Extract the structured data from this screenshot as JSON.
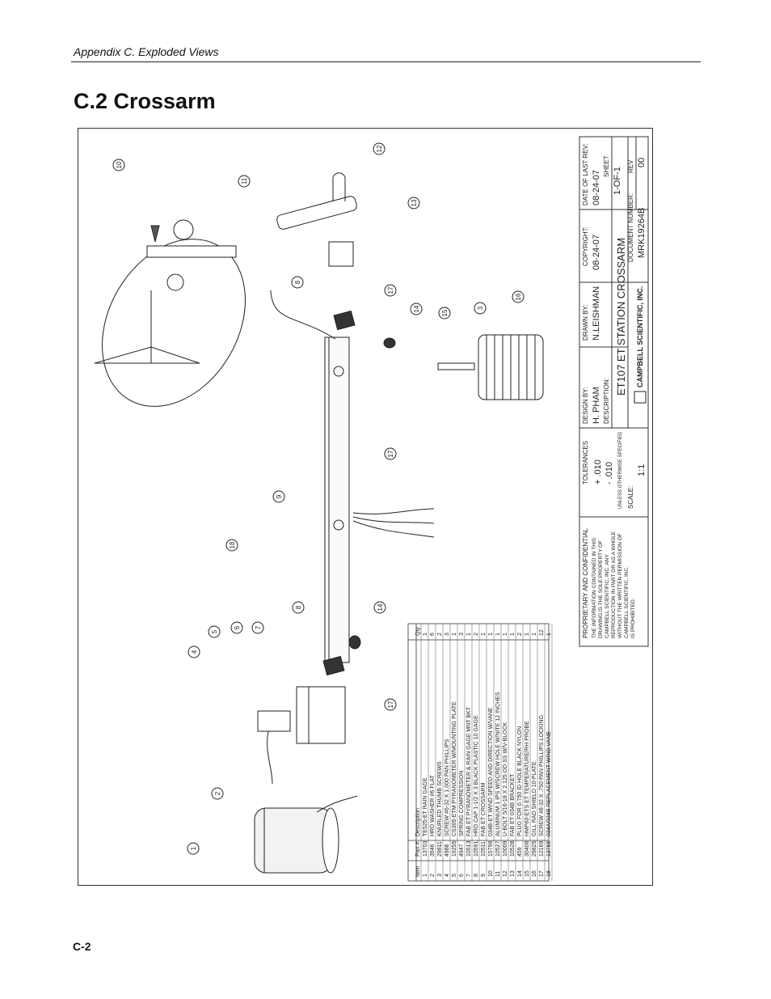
{
  "header": {
    "running_head": "Appendix C.  Exploded Views"
  },
  "section": {
    "title": "C.2  Crossarm"
  },
  "footer": {
    "page_number": "C-2"
  },
  "drawing": {
    "parts_table": {
      "headers": [
        "Item",
        "Part #",
        "Description",
        "Qty"
      ],
      "rows": [
        [
          "1",
          "13703",
          "TE525-ET RAIN GAGE",
          "1"
        ],
        [
          "2",
          "3946",
          "HRD WASHER #6 FLAT",
          "6"
        ],
        [
          "3",
          "29811",
          "KNURLED THUMB SCREWS",
          "2"
        ],
        [
          "4",
          "4988",
          "SCREW #6-32 X 1.000 PAN PHILLIPS",
          "3"
        ],
        [
          "5",
          "19255",
          "CS305-ETM PYRANOMETER W/MOUNTING PLATE",
          "1"
        ],
        [
          "6",
          "4947",
          "SPRING COMPRESSION",
          "3"
        ],
        [
          "7",
          "10513",
          "FAB ET PYRANOMETER & RAIN GAGE MNT BKT",
          "1"
        ],
        [
          "8",
          "10591",
          "HRD CAP 1-1/2 X 3 BLACK PLASTIC 10 GAGE",
          "2"
        ],
        [
          "9",
          "10511",
          "FAB ET CROSSARM",
          "1"
        ],
        [
          "10",
          "15798",
          "034B-ET WIND SPEED AND DIRECTION W/VANE",
          "1"
        ],
        [
          "11",
          "10527",
          "ALUMINUM 1 IPS W/SCREW HOLE W/NITE 12 INCHES",
          "1"
        ],
        [
          "12",
          "10009",
          "U-BOLT 5/16-18 X 2.125 OD SS W/V-BLOCK",
          "1"
        ],
        [
          "13",
          "10528",
          "FAB ET 034B BRACKET",
          "1"
        ],
        [
          "14",
          "459",
          "PLUG FOR 0.750 ID HOLE BLACK NYLON",
          "2"
        ],
        [
          "15",
          "30408",
          "HMP60-ETS ET TEMPERATURE/RH PROBE",
          "1"
        ],
        [
          "16",
          "29825",
          "GILL RAD SHIELD 10-PLATE",
          "1"
        ],
        [
          "17",
          "12169",
          "SCREW #8-32 X .750 PAN PHILLIPS LOCKING",
          "12"
        ],
        [
          "18",
          "13765",
          "034A/034B REPLACEMENT WIND VANE",
          "1"
        ]
      ]
    },
    "title_block": {
      "proprietary_title": "PROPRIETARY AND CONFIDENTIAL",
      "proprietary_lines": [
        "THE INFORMATION CONTAINED IN THIS",
        "DRAWING IS THE SOLE PROPERTY OF",
        "CAMPBELL SCIENTIFIC, INC. ANY",
        "REPRODUCTION IN PART OR AS A WHOLE",
        "WITHOUT THE WRITTEN PERMISSION OF",
        "CAMPBELL SCIENTIFIC, INC.",
        "IS PROHIBITED."
      ],
      "tolerances_label": "TOLERANCES",
      "tolerance_plus": "+ .010",
      "tolerance_minus": "- .010",
      "unless_note": "UNLESS OTHERWISE SPECIFIED",
      "scale_label": "SCALE:",
      "scale_value": "1:1",
      "design_by_label": "DESIGN BY:",
      "design_by": "H. PHAM",
      "drawn_by_label": "DRAWN BY:",
      "drawn_by": "N.LEISHMAN",
      "copyright_label": "COPYRIGHT:",
      "copyright": "08-24-07",
      "date_rev_label": "DATE OF LAST REV:",
      "date_rev": "08-24-07",
      "description_label": "DESCRIPTION:",
      "description": "ET107 ET STATION CROSSARM",
      "sheet_label": "SHEET",
      "sheet": "1-OF-1",
      "company": "CAMPBELL SCIENTIFIC, INC.",
      "doc_number_label": "DOCUMENT NUMBER:",
      "doc_number": "MRK19264B",
      "rev_label": "REV",
      "rev": "00"
    },
    "callouts": [
      "1",
      "2",
      "3",
      "4",
      "5",
      "6",
      "7",
      "8",
      "8",
      "9",
      "10",
      "11",
      "12",
      "13",
      "14",
      "14",
      "15",
      "16",
      "17",
      "17",
      "17",
      "18"
    ]
  }
}
